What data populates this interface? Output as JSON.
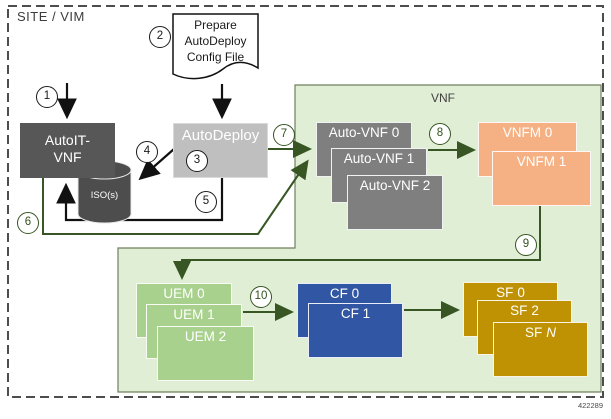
{
  "figure": {
    "id": "422289"
  },
  "site": {
    "label": "SITE / VIM"
  },
  "config_file": {
    "line1": "Prepare",
    "line2": "AutoDeploy",
    "line3": "Config File"
  },
  "nodes": {
    "autoit": {
      "line1": "AutoIT-",
      "line2": "VNF"
    },
    "autodeploy": {
      "label": "AutoDeploy"
    },
    "iso": {
      "label": "ISO(s)"
    },
    "vnf_group": {
      "label": "VNF"
    }
  },
  "stacks": {
    "auto_vnf": [
      {
        "label": "Auto-VNF 0"
      },
      {
        "label": "Auto-VNF 1"
      },
      {
        "label": "Auto-VNF 2"
      }
    ],
    "vnfm": [
      {
        "label": "VNFM 0"
      },
      {
        "label": "VNFM 1"
      }
    ],
    "uem": [
      {
        "label": "UEM 0"
      },
      {
        "label": "UEM 1"
      },
      {
        "label": "UEM 2"
      }
    ],
    "cf": [
      {
        "label": "CF 0"
      },
      {
        "label": "CF 1"
      }
    ],
    "sf": [
      {
        "prefix": "SF",
        "num": "0"
      },
      {
        "prefix": "SF",
        "num": "2"
      },
      {
        "prefix": "SF",
        "num": "N"
      }
    ]
  },
  "steps": [
    "1",
    "2",
    "3",
    "4",
    "5",
    "6",
    "7",
    "8",
    "9",
    "10"
  ],
  "colors": {
    "container_fill": "#e1eed6",
    "container_border": "#6f7f5e",
    "arrow_green": "#375623",
    "arrow_black": "#111111",
    "autoit_fill": "#575757",
    "autodeploy_fill": "#bfbfbf",
    "auto_vnf_fill": "#7f7f7f",
    "vnfm_fill": "#f5b183",
    "uem_fill": "#a9d18e",
    "cf_fill": "#3156a3",
    "sf_fill": "#bf9204",
    "cylinder_fill": "#4d4d4d"
  }
}
